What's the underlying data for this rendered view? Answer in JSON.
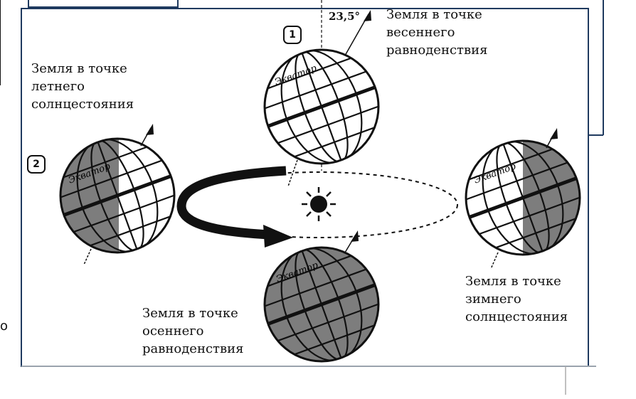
{
  "tilt_label": "23,5°",
  "positions": {
    "spring": {
      "badge": "1",
      "label": [
        "Земля в точке",
        "весеннего",
        "равноденствия"
      ],
      "equator": "Экватор"
    },
    "summer": {
      "badge": "2",
      "label": [
        "Земля в точке",
        "летнего",
        "солнцестояния"
      ],
      "equator": "Экватор"
    },
    "autumn": {
      "label": [
        "Земля в точке",
        "осеннего",
        "равноденствия"
      ],
      "equator": "Экватор"
    },
    "winter": {
      "label": [
        "Земля в точке",
        "зимнего",
        "солнцестояния"
      ],
      "equator": "Экватор"
    }
  },
  "sun_icon": "sun-icon",
  "stray_char": "о",
  "colors": {
    "frame": "#1f3a5f",
    "shade": "#7d7d7d",
    "ink": "#111111"
  }
}
